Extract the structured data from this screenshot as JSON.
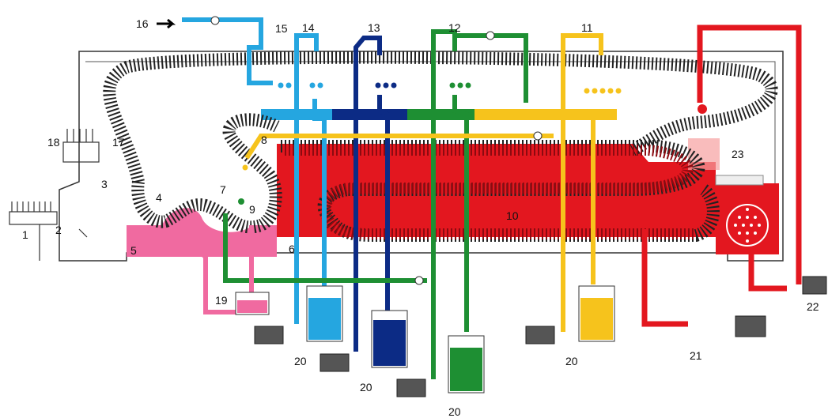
{
  "diagram": {
    "labels": {
      "l1": "1",
      "l2": "2",
      "l3": "3",
      "l4": "4",
      "l5": "5",
      "l6": "6",
      "l7": "7",
      "l8": "8",
      "l9": "9",
      "l10": "10",
      "l11": "11",
      "l12": "12",
      "l13": "13",
      "l14": "14",
      "l15": "15",
      "l16": "16",
      "l17": "17",
      "l18": "18",
      "l19": "19",
      "l20a": "20",
      "l20b": "20",
      "l20c": "20",
      "l20d": "20",
      "l21": "21",
      "l22": "22",
      "l23": "23"
    },
    "colors": {
      "hot_caustic": "#e3171f",
      "pink_zone": "#f06aa0",
      "light_blue": "#25a6e0",
      "dark_blue": "#0c2b85",
      "green": "#1e8f33",
      "yellow": "#f6c31c",
      "machine_outline": "#333333",
      "carrier_chain": "#222222"
    },
    "icons": {
      "feed_arrow": "arrow-right-icon",
      "valve": "valve-icon",
      "pump_motor": "pump-motor-icon",
      "spray_nozzle": "spray-nozzle-icon",
      "bottle": "bottle-icon"
    }
  }
}
